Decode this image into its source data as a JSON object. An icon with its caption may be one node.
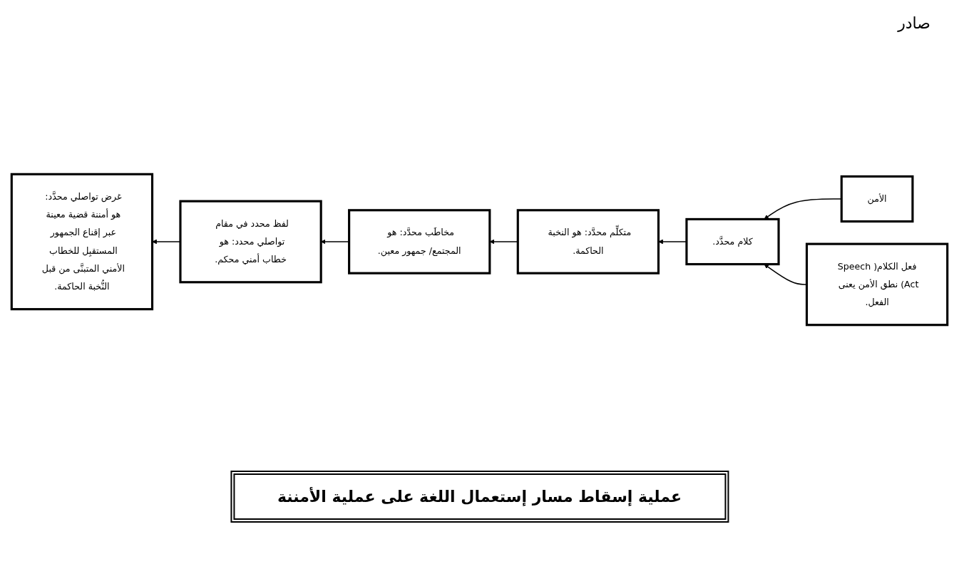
{
  "diagram": {
    "caption": "عملية إسقاط مسار إستعمال اللغة على عملية الأمننة",
    "nodes": [
      {
        "text": [
          "الأمن"
        ]
      },
      {
        "text": [
          "فعل الكلام(Speech Act) نطق الأمن يعنى الفعل."
        ]
      },
      {
        "text": [
          "كلام محدَّد."
        ]
      },
      {
        "text": [
          "متكلِّم محدَّد: هو النخبة الحاكمة."
        ]
      },
      {
        "text": [
          "مخاطَب محدَّد: هو المجتمع/ جمهور معين."
        ]
      },
      {
        "text": [
          "لفظ محدد في مقام تواصلي محدد: هو خطاب أمني محكم."
        ]
      },
      {
        "text": [
          "غرض تواصلي محدَّد: هو أمننة قضية معينة عبر إقناع الجمهور المستقبِل للخطاب الأمني المتبنَّى من قبل النُّخبة الحاكمة."
        ]
      }
    ],
    "edges": [
      {
        "from": 0,
        "to": 2,
        "arrow": "to"
      },
      {
        "from": 1,
        "to": 2,
        "arrow": "to"
      },
      {
        "from": 2,
        "to": 3,
        "arrow": "to"
      },
      {
        "from": 3,
        "to": 4,
        "arrow": "to"
      },
      {
        "from": 4,
        "to": 5,
        "arrow": "to"
      },
      {
        "from": 5,
        "to": 6,
        "arrow": "to"
      }
    ],
    "labels": [
      "صادر"
    ]
  }
}
